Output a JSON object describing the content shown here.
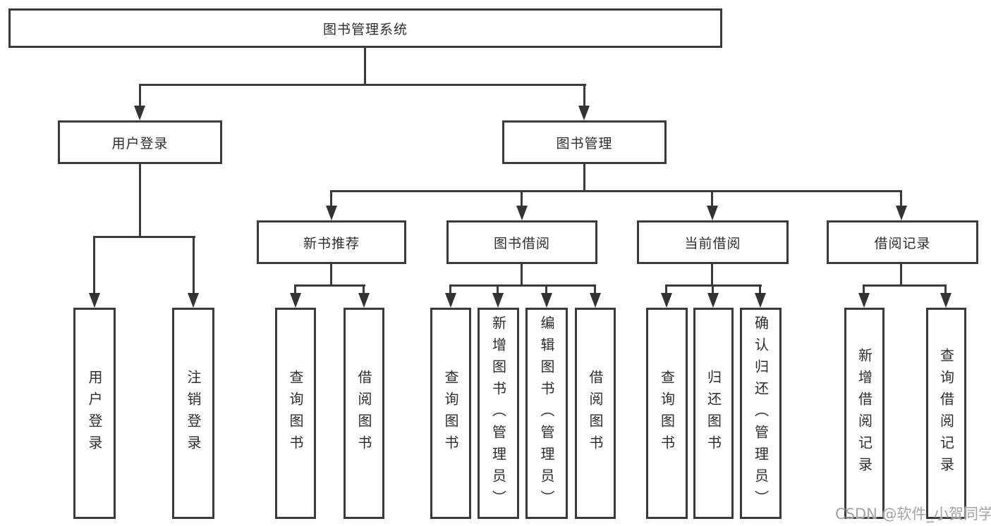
{
  "diagram": {
    "type": "tree",
    "root": {
      "label": "图书管理系统"
    },
    "branches": [
      {
        "label": "用户登录",
        "children": [
          {
            "label": "用户登录"
          },
          {
            "label": "注销登录"
          }
        ]
      },
      {
        "label": "图书管理",
        "children": [
          {
            "label": "新书推荐",
            "children": [
              {
                "label": "查询图书"
              },
              {
                "label": "借阅图书"
              }
            ]
          },
          {
            "label": "图书借阅",
            "children": [
              {
                "label": "查询图书"
              },
              {
                "label": "新增图书（管理员）"
              },
              {
                "label": "编辑图书（管理员）"
              },
              {
                "label": "借阅图书"
              }
            ]
          },
          {
            "label": "当前借阅",
            "children": [
              {
                "label": "查询图书"
              },
              {
                "label": "归还图书"
              },
              {
                "label": "确认归还（管理员）"
              }
            ]
          },
          {
            "label": "借阅记录",
            "children": [
              {
                "label": "新增借阅记录"
              },
              {
                "label": "查询借阅记录"
              }
            ]
          }
        ]
      }
    ]
  },
  "watermark": {
    "text": "CSDN @软件_小贺同学"
  },
  "colors": {
    "line": "#3a3a3a",
    "text": "#2d2d2d",
    "background": "#ffffff",
    "watermark": "#a3a3a3"
  }
}
